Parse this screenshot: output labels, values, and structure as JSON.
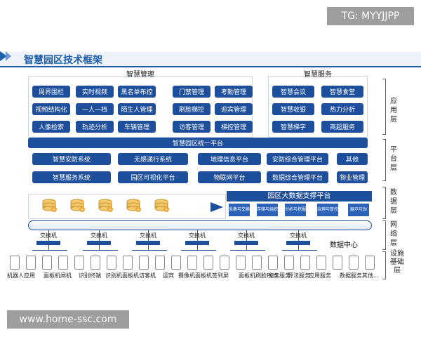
{
  "watermarks": {
    "top_right": "TG: MYYJJPP",
    "bottom_left": "www.home-ssc.com"
  },
  "header": {
    "title": "智慧园区技术框架"
  },
  "app_layer": {
    "mgmt": {
      "title": "智慧管理",
      "columns": [
        [
          "周界围栏",
          "视频结构化",
          "人像检索"
        ],
        [
          "实时视频",
          "一人一档",
          "轨迹分析"
        ],
        [
          "黑名单布控",
          "陌生人管理",
          "车辆管理"
        ],
        [
          "门禁管理",
          "刷脸梯控",
          "访客管理"
        ],
        [
          "考勤管理",
          "迎宾管理",
          "梯控管理"
        ]
      ]
    },
    "service": {
      "title": "智慧服务",
      "columns": [
        [
          "智慧会议",
          "智慧收银",
          "智慧梯字"
        ],
        [
          "智慧食堂",
          "热力分析",
          "商超服务"
        ]
      ]
    }
  },
  "platform_layer": {
    "unified": "智慧园区统一平台",
    "row1": [
      "智慧安防系统",
      "无感通行系统",
      "地理信息平台",
      "安防综合管理平台",
      "其他"
    ],
    "row2": [
      "智慧服务系统",
      "园区可视化平台",
      "物联网平台",
      "数据综合管理平台",
      "物业管理"
    ]
  },
  "data_layer": {
    "bigdata_title": "园区大数据支撑平台",
    "subs": [
      "采集与交换",
      "存储与组织",
      "分析与挖掘",
      "治理与管控",
      "展示与BI"
    ],
    "db_count": 5
  },
  "network_layer": {
    "switch_label": "交换机",
    "switch_count": 6,
    "data_center": "数据中心"
  },
  "infra_layer": {
    "device_labels": [
      "机器人应用",
      "面板机闸机",
      "识别终端",
      "识别机面板机",
      "访客机",
      "迎宾",
      "摄像机面板机签到屏",
      "面板机刷脸POS",
      "业务服务",
      "算法服务",
      "应用服务",
      "数据服务",
      "其他..."
    ]
  },
  "layers": [
    "应用层",
    "平台层",
    "数据层",
    "网络层",
    "设施基础层"
  ],
  "colors": {
    "primary": "#1d4f9c",
    "accent": "#1f5eab"
  }
}
